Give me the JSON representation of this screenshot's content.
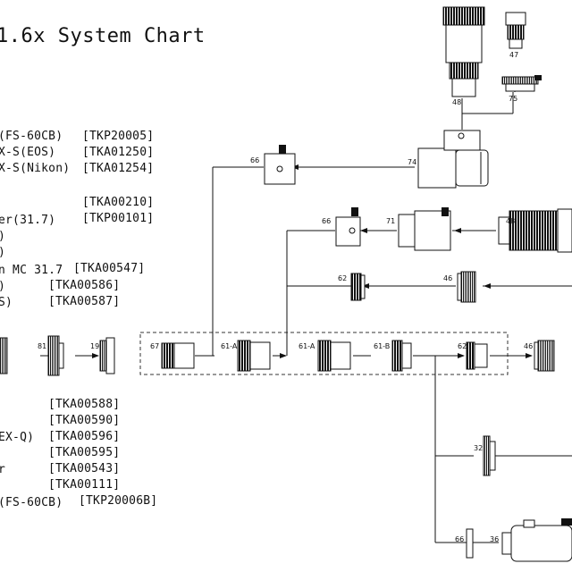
{
  "title": "1.6x System Chart",
  "parts_list_top": [
    {
      "name": "(FS-60CB)",
      "code": "[TKP20005]"
    },
    {
      "name": "X-S(EOS)",
      "code": "[TKA01250]"
    },
    {
      "name": "X-S(Nikon)",
      "code": "[TKA01254]"
    },
    {
      "name": "",
      "code": "[TKA00210]"
    },
    {
      "name": "er(31.7)",
      "code": "[TKP00101]"
    },
    {
      "name": ")",
      "code": ""
    },
    {
      "name": ")",
      "code": ""
    },
    {
      "name": "n MC 31.7",
      "code": "[TKA00547]"
    },
    {
      "name": ")",
      "code": "[TKA00586]"
    },
    {
      "name": "S)",
      "code": "[TKA00587]"
    }
  ],
  "parts_list_bottom": [
    {
      "name": "",
      "code": "[TKA00588]"
    },
    {
      "name": "",
      "code": "[TKA00590]"
    },
    {
      "name": "EX-Q)",
      "code": "[TKA00596]"
    },
    {
      "name": "",
      "code": "[TKA00595]"
    },
    {
      "name": "r",
      "code": "[TKA00543]"
    },
    {
      "name": "",
      "code": "[TKA00111]"
    },
    {
      "name": "(FS-60CB)",
      "code": "[TKP20006B]"
    }
  ],
  "part_labels": {
    "p81": "81",
    "p19": "19",
    "p67": "67",
    "p61a_1": "61-A",
    "p61a_2": "61-A",
    "p61b": "61-B",
    "p62_main": "62",
    "p62_upper": "62",
    "p46_main": "46",
    "p46_upper": "46",
    "p66_a": "66",
    "p66_b": "66",
    "p66_c": "66",
    "p74": "74",
    "p71": "71",
    "p48_a": "48",
    "p48_b": "48",
    "p47": "47",
    "p75": "75",
    "p32": "32",
    "p36": "36"
  }
}
